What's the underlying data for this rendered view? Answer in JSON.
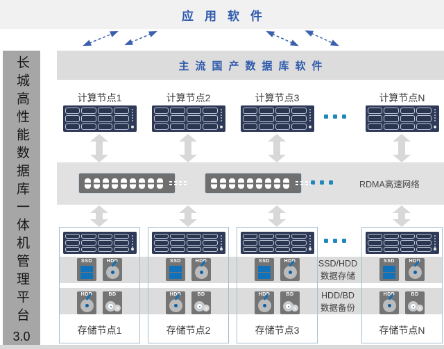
{
  "sidebar": {
    "title_vertical": "长城高性能数据库一体机管理平台",
    "title_suffix": "3.0"
  },
  "banners": {
    "application_software": "应用软件",
    "domestic_database_software": "主流国产数据库软件"
  },
  "compute": {
    "nodes": [
      "计算节点1",
      "计算节点2",
      "计算节点3",
      "计算节点N"
    ],
    "ellipsis": "..."
  },
  "network": {
    "label": "RDMA高速网络",
    "ellipsis": "...",
    "switch_count": 2
  },
  "storage": {
    "nodes": [
      "存储节点1",
      "存储节点2",
      "存储节点3",
      "存储节点N"
    ],
    "ellipsis": "...",
    "tier1_label": "SSD/HDD\n数据存储",
    "tier2_label": "HDD/BD\n数据备份"
  },
  "disk_icons": {
    "ssd": "SSD",
    "hdd": "HDD",
    "bd": "BD"
  },
  "colors": {
    "accent_blue_text": "#2d59ac",
    "arrow_dashed_blue": "#3a5fae",
    "ellipsis_teal": "#1e87bb",
    "rack_navy": "#2e3a57",
    "band_light_gray": "#f1f1f1",
    "band_mid_gray": "#dcdcdc",
    "network_band_gray": "#e1e1e1",
    "sidebar_gray": "#a6a6a6",
    "gray_arrow": "#d8d8d8",
    "storage_box_border": "#a4becf",
    "disk_body_gray": "#747474",
    "disk_blue": "#1272b9"
  }
}
